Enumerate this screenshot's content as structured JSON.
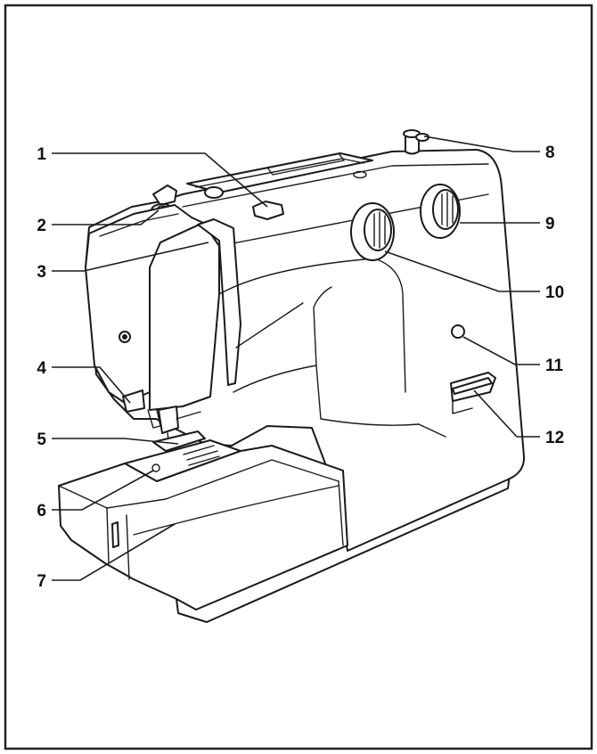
{
  "figure": {
    "callouts": [
      {
        "id": "1",
        "label": "1",
        "side": "left"
      },
      {
        "id": "2",
        "label": "2",
        "side": "left"
      },
      {
        "id": "3",
        "label": "3",
        "side": "left"
      },
      {
        "id": "4",
        "label": "4",
        "side": "left"
      },
      {
        "id": "5",
        "label": "5",
        "side": "left"
      },
      {
        "id": "6",
        "label": "6",
        "side": "left"
      },
      {
        "id": "7",
        "label": "7",
        "side": "left"
      },
      {
        "id": "8",
        "label": "8",
        "side": "right"
      },
      {
        "id": "9",
        "label": "9",
        "side": "right"
      },
      {
        "id": "10",
        "label": "10",
        "side": "right"
      },
      {
        "id": "11",
        "label": "11",
        "side": "right"
      },
      {
        "id": "12",
        "label": "12",
        "side": "right"
      }
    ],
    "colors": {
      "line": "#1a1a1a",
      "fill": "#ffffff",
      "border": "#222222"
    }
  }
}
